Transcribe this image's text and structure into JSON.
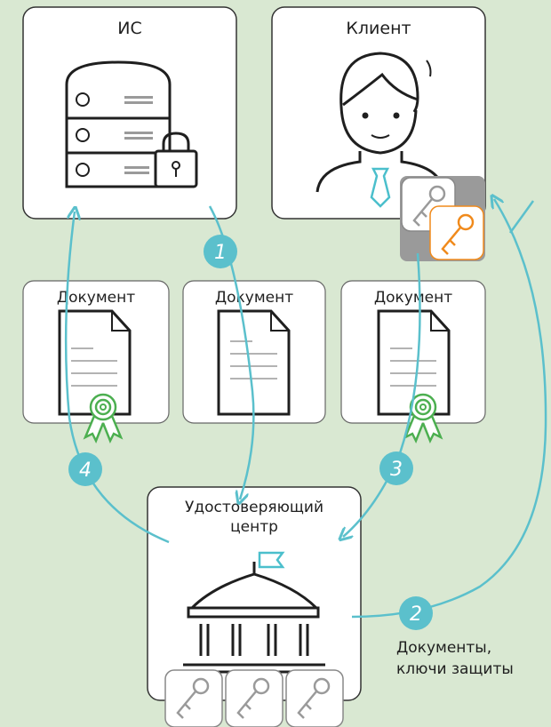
{
  "boxes": {
    "is": {
      "title": "ИС"
    },
    "client": {
      "title": "Клиент"
    },
    "doc_left": {
      "title": "Документ"
    },
    "doc_mid": {
      "title": "Документ"
    },
    "doc_right": {
      "title": "Документ"
    },
    "ca": {
      "title_line1": "Удостоверяющий",
      "title_line2": "центр"
    }
  },
  "steps": [
    "1",
    "2",
    "3",
    "4"
  ],
  "note": {
    "line1": "Документы,",
    "line2": "ключи защиты"
  },
  "colors": {
    "background": "#d9e8d2",
    "arrow": "#5bc0cc",
    "seal": "#4caf50",
    "tie": "#4bbfcc",
    "key_orange": "#f08a1c",
    "key_gray": "#9a9a9a",
    "outline": "#1f1f1f"
  }
}
